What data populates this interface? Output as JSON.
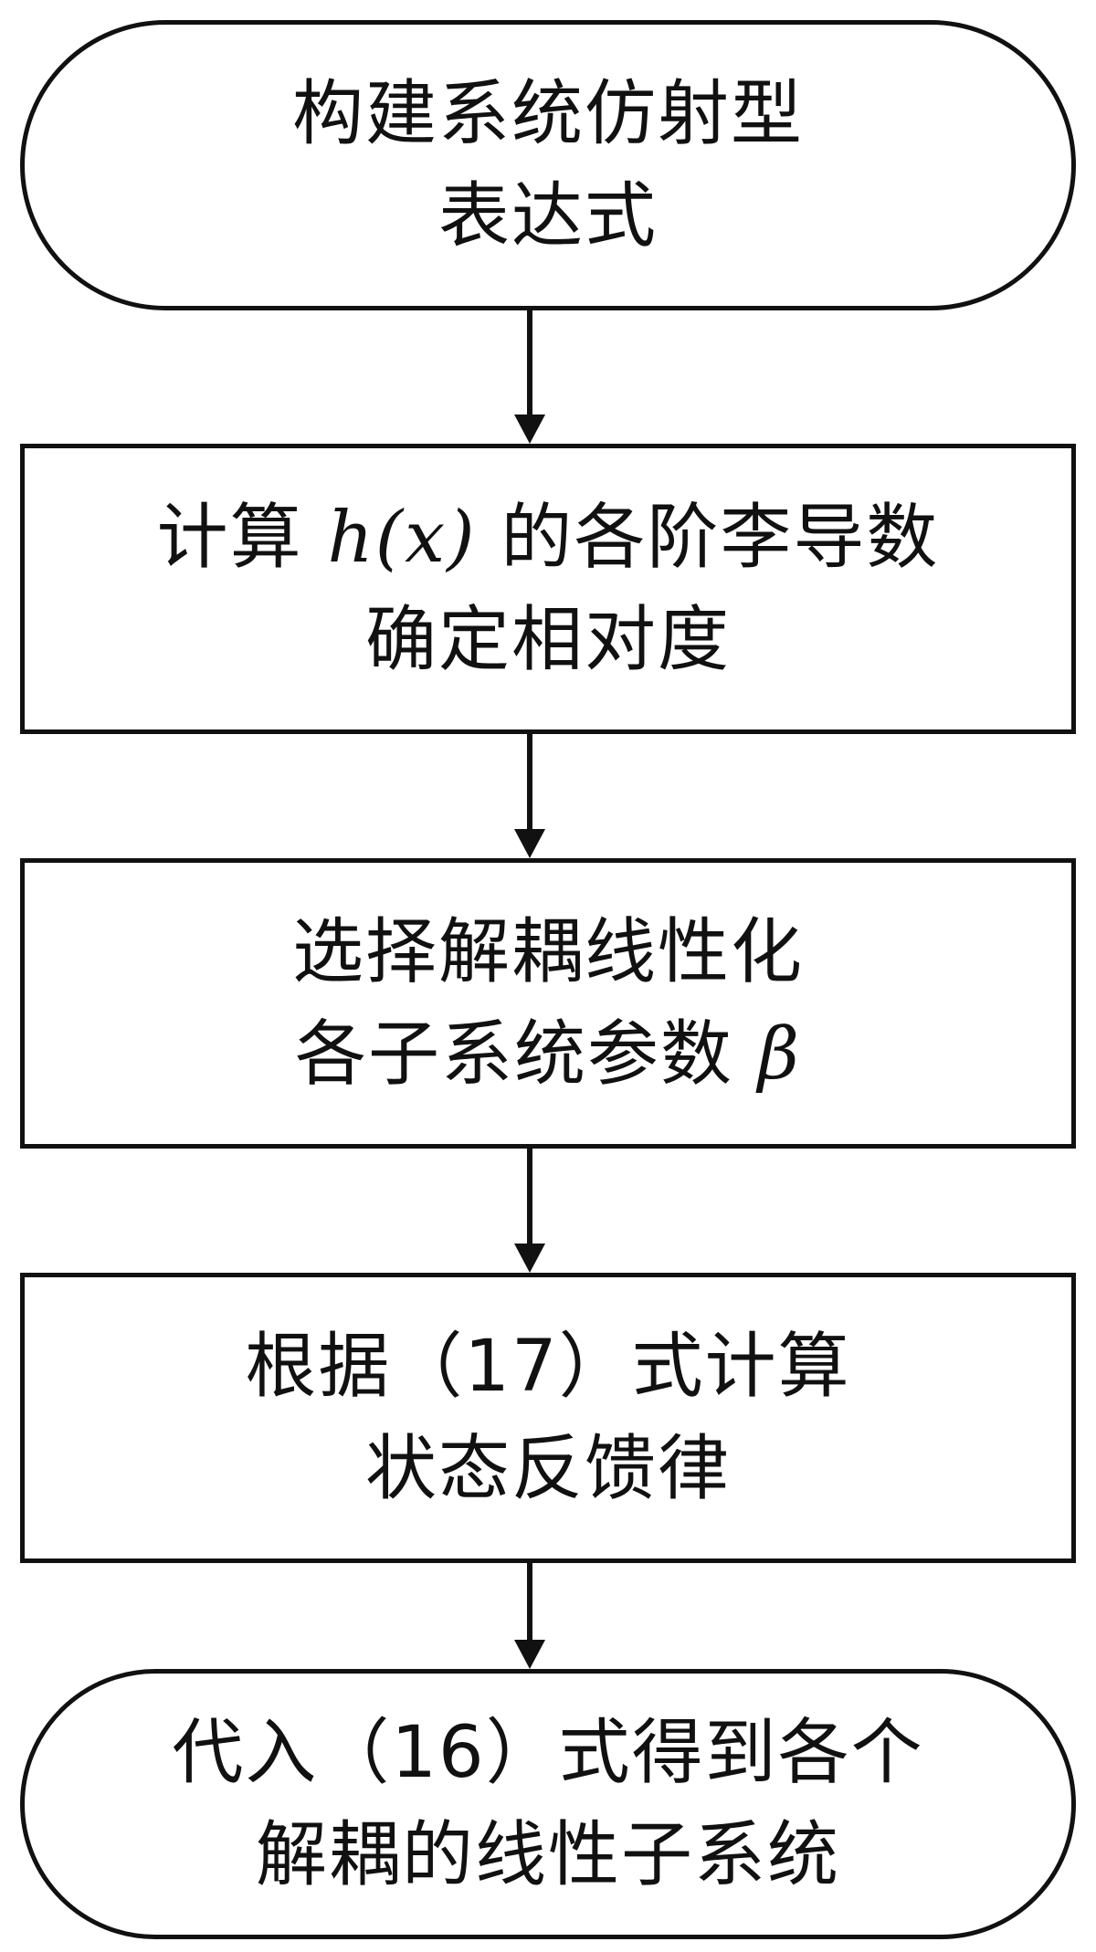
{
  "nodes": [
    {
      "id": "start",
      "shape": "terminal",
      "lines": [
        "构建系统仿射型",
        "表达式"
      ]
    },
    {
      "id": "step1",
      "shape": "process",
      "lines_parts": [
        [
          {
            "text": "计算 "
          },
          {
            "text": "h(x)",
            "math": true
          },
          {
            "text": " 的各阶李导数"
          }
        ],
        [
          {
            "text": "确定相对度"
          }
        ]
      ]
    },
    {
      "id": "step2",
      "shape": "process",
      "lines_parts": [
        [
          {
            "text": "选择解耦线性化"
          }
        ],
        [
          {
            "text": "各子系统参数 "
          },
          {
            "text": "β",
            "math": true
          }
        ]
      ]
    },
    {
      "id": "step3",
      "shape": "process",
      "lines": [
        "根据（17）式计算",
        "状态反馈律"
      ]
    },
    {
      "id": "end",
      "shape": "terminal",
      "lines": [
        "代入（16）式得到各个",
        "解耦的线性子系统"
      ]
    }
  ],
  "edges": [
    {
      "from": "start",
      "to": "step1"
    },
    {
      "from": "step1",
      "to": "step2"
    },
    {
      "from": "step2",
      "to": "step3"
    },
    {
      "from": "step3",
      "to": "end"
    }
  ],
  "colors": {
    "stroke": "#111111",
    "background": "#ffffff"
  }
}
